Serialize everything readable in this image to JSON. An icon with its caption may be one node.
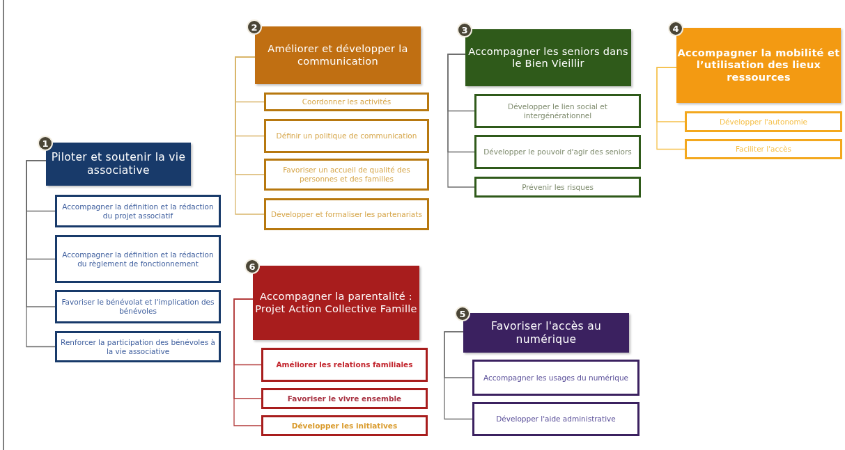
{
  "diagram": {
    "nodes": [
      {
        "text": [
          "Piloter et soutenir la vie associative"
        ],
        "beside": [
          "1"
        ]
      },
      {
        "text": [
          "Accompagner la définition et la rédaction du projet associatif"
        ]
      },
      {
        "text": [
          "Accompagner la définition et la rédaction du règlement de fonctionnement"
        ]
      },
      {
        "text": [
          "Favoriser le bénévolat et l'implication des bénévoles"
        ]
      },
      {
        "text": [
          "Renforcer la participation des bénévoles à la vie associative"
        ]
      },
      {
        "text": [
          "Améliorer et développer la communication"
        ],
        "beside": [
          "2"
        ]
      },
      {
        "text": [
          "Coordonner les activités"
        ]
      },
      {
        "text": [
          "Définir un politique de communication"
        ]
      },
      {
        "text": [
          "Favoriser un accueil de qualité des personnes et des familles"
        ]
      },
      {
        "text": [
          "Développer et formaliser les partenariats"
        ]
      },
      {
        "text": [
          "Accompagner les seniors dans le Bien Vieillir"
        ],
        "beside": [
          "3"
        ]
      },
      {
        "text": [
          "Développer le lien social et intergénérationnel"
        ]
      },
      {
        "text": [
          "Développer le pouvoir d'agir des seniors"
        ]
      },
      {
        "text": [
          "Prévenir les risques"
        ]
      },
      {
        "text": [
          "Accompagner la mobilité et l’utilisation des lieux ressources"
        ],
        "beside": [
          "4"
        ]
      },
      {
        "text": [
          "Développer l'autonomie"
        ]
      },
      {
        "text": [
          "Faciliter l'accès"
        ]
      },
      {
        "text": [
          "Favoriser l'accès au numérique"
        ],
        "beside": [
          "5"
        ]
      },
      {
        "text": [
          "Accompagner les usages du numérique"
        ]
      },
      {
        "text": [
          "Développer l'aide administrative"
        ]
      },
      {
        "text": [
          "Accompagner la parentalité : Projet Action Collective Famille"
        ],
        "beside": [
          "6"
        ]
      },
      {
        "text": [
          "Améliorer les relations familiales"
        ]
      },
      {
        "text": [
          "Favoriser le vivre ensemble"
        ]
      },
      {
        "text": [
          "Développer les initiatives"
        ]
      }
    ],
    "edges": [
      {
        "from": 0,
        "to": 1,
        "arrow": "none",
        "color": "#6e6e6e"
      },
      {
        "from": 0,
        "to": 2,
        "arrow": "none",
        "color": "#6e6e6e"
      },
      {
        "from": 0,
        "to": 3,
        "arrow": "none",
        "color": "#6e6e6e"
      },
      {
        "from": 0,
        "to": 4,
        "arrow": "none",
        "color": "#6e6e6e"
      },
      {
        "from": 5,
        "to": 6,
        "arrow": "none",
        "color": "#d9b56a"
      },
      {
        "from": 5,
        "to": 7,
        "arrow": "none",
        "color": "#d9b56a"
      },
      {
        "from": 5,
        "to": 8,
        "arrow": "none",
        "color": "#d9b56a"
      },
      {
        "from": 5,
        "to": 9,
        "arrow": "none",
        "color": "#d9b56a"
      },
      {
        "from": 10,
        "to": 11,
        "arrow": "none",
        "color": "#6e6e6e"
      },
      {
        "from": 10,
        "to": 12,
        "arrow": "none",
        "color": "#6e6e6e"
      },
      {
        "from": 10,
        "to": 13,
        "arrow": "none",
        "color": "#6e6e6e"
      },
      {
        "from": 14,
        "to": 15,
        "arrow": "none",
        "color": "#f5c04a"
      },
      {
        "from": 14,
        "to": 16,
        "arrow": "none",
        "color": "#f5c04a"
      },
      {
        "from": 17,
        "to": 18,
        "arrow": "none",
        "color": "#6e6e6e"
      },
      {
        "from": 17,
        "to": 19,
        "arrow": "none",
        "color": "#6e6e6e"
      },
      {
        "from": 20,
        "to": 21,
        "arrow": "none",
        "color": "#b23a3a"
      },
      {
        "from": 20,
        "to": 22,
        "arrow": "none",
        "color": "#b23a3a"
      },
      {
        "from": 20,
        "to": 23,
        "arrow": "none",
        "color": "#b23a3a"
      }
    ]
  }
}
